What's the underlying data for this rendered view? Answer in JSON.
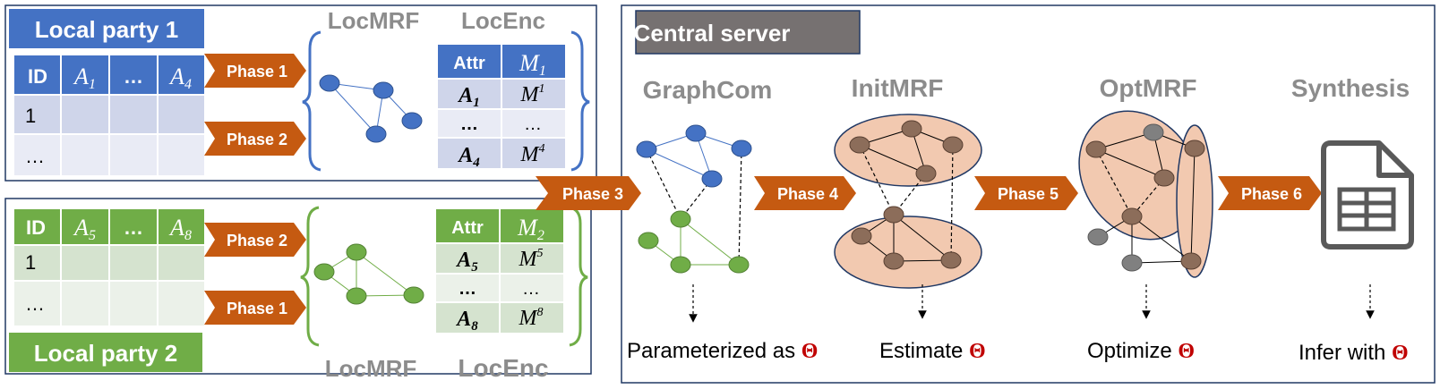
{
  "colors": {
    "blue": "#4472c4",
    "blue_light": "#cfd5ea",
    "blue_lighter": "#e9ebf5",
    "green": "#70ad47",
    "green_light": "#d5e3cf",
    "green_lighter": "#ebf1e9",
    "orange": "#c55a11",
    "gray_label": "#8c8c8c",
    "gray_header": "#767171",
    "node_brown": "#8c6d5a",
    "ellipse_fill": "#f2c9b0",
    "theta_red": "#c00000",
    "navy_border": "#203864"
  },
  "party1": {
    "title": "Local party 1",
    "table": {
      "headers": [
        "ID",
        "A1",
        "…",
        "A4"
      ],
      "rows": [
        [
          "1",
          "",
          "",
          ""
        ],
        [
          "…",
          "",
          "",
          ""
        ]
      ]
    },
    "arrows": [
      "Phase 1",
      "Phase 2"
    ],
    "locmrf_label": "LocMRF",
    "locenc_label": "LocEnc",
    "enc_table": {
      "headers": [
        "Attr",
        "M1"
      ],
      "rows": [
        [
          "A1",
          "M^1"
        ],
        [
          "…",
          "…"
        ],
        [
          "A4",
          "M^4"
        ]
      ]
    }
  },
  "party2": {
    "title": "Local party 2",
    "table": {
      "headers": [
        "ID",
        "A5",
        "…",
        "A8"
      ],
      "rows": [
        [
          "1",
          "",
          "",
          ""
        ],
        [
          "…",
          "",
          "",
          ""
        ]
      ]
    },
    "arrows": [
      "Phase 2",
      "Phase 1"
    ],
    "locmrf_label": "LocMRF",
    "locenc_label": "LocEnc",
    "enc_table": {
      "headers": [
        "Attr",
        "M2"
      ],
      "rows": [
        [
          "A5",
          "M^5"
        ],
        [
          "…",
          "…"
        ],
        [
          "A8",
          "M^8"
        ]
      ]
    }
  },
  "central": {
    "title": "Central server",
    "phase3": "Phase 3",
    "stages": [
      {
        "name": "GraphCom",
        "caption": "Parameterized as",
        "theta": "Θ"
      },
      {
        "name": "InitMRF",
        "caption": "Estimate",
        "theta": "Θ"
      },
      {
        "name": "OptMRF",
        "caption": "Optimize",
        "theta": "Θ"
      },
      {
        "name": "Synthesis",
        "caption": "Infer with",
        "theta": "Θ"
      }
    ],
    "phase_arrows": [
      "Phase 4",
      "Phase 5",
      "Phase 6"
    ]
  }
}
